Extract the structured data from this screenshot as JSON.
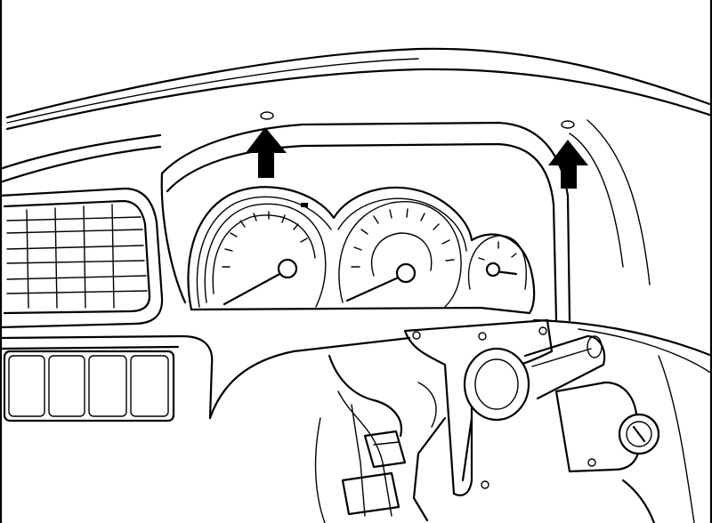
{
  "diagram": {
    "style": "black-line-drawing",
    "colors": {
      "line": "#000000",
      "background": "#ffffff"
    },
    "callouts": [
      {
        "name": "left-screw-arrow",
        "direction": "up",
        "marks": "left-screw-hole"
      },
      {
        "name": "right-screw-arrow",
        "direction": "up",
        "marks": "right-screw-hole"
      }
    ],
    "components": [
      "dashboard-top",
      "instrument-cluster-hood",
      "speedometer",
      "tachometer",
      "temperature-gauge",
      "air-vent",
      "switch-panel",
      "steering-column",
      "ignition-lock",
      "column-bracket",
      "wiring-harness"
    ]
  }
}
